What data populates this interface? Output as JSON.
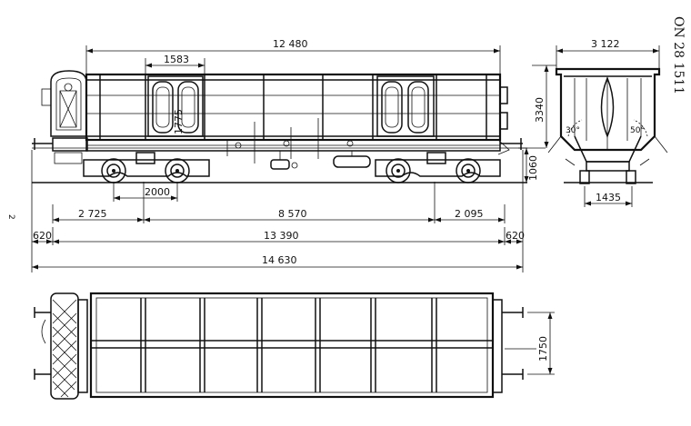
{
  "standard_label": "ON 28 1511",
  "page_mark": "2",
  "side_view": {
    "overall_body_length": "12 480",
    "door_width": "1583",
    "door_height": "1775",
    "body_height": "3340",
    "floor_height": "1060",
    "bogie_wheelbase": "2000",
    "left_overhang": "2 725",
    "bogie_center_distance": "8 570",
    "right_overhang": "2 095",
    "left_buffer": "620",
    "right_buffer": "620",
    "length_over_headstocks": "13 390",
    "length_over_buffers": "14 630"
  },
  "end_view": {
    "width": "3 122",
    "track_gauge": "1435",
    "angle_left": "30°",
    "angle_right": "50°"
  },
  "plan_view": {
    "buffer_spacing": "1750"
  }
}
